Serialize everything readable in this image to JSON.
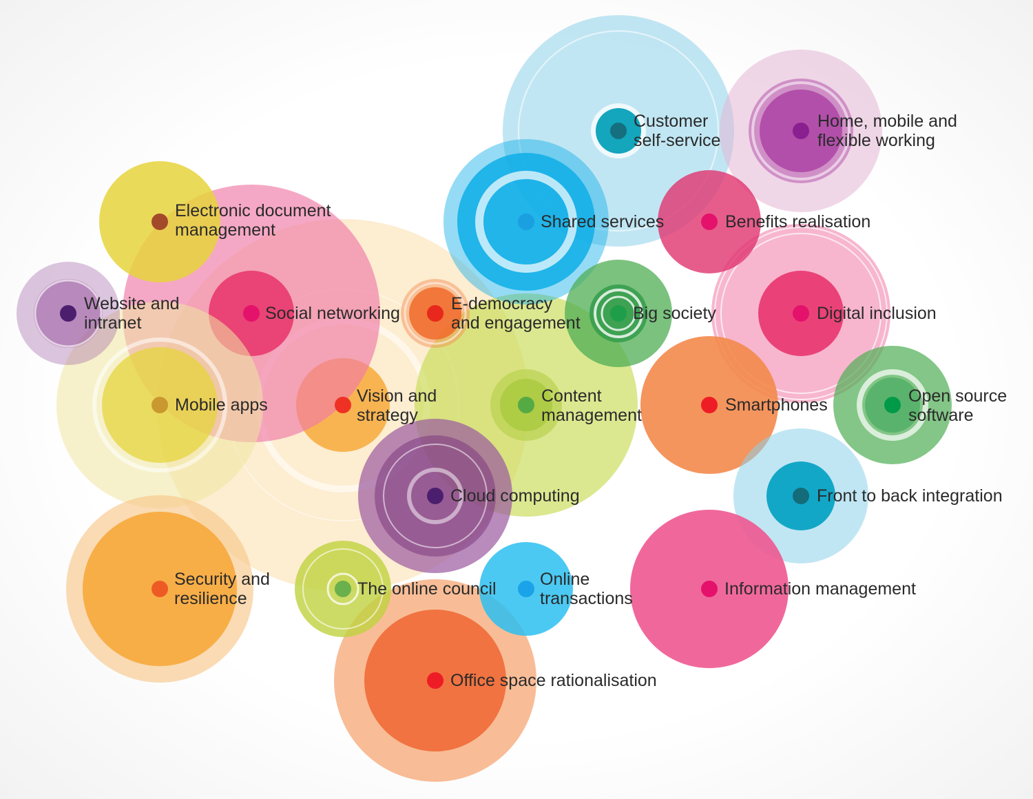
{
  "colors": {
    "yellow": "#e6d43c",
    "pink": "#f07aa6",
    "peach": "#fbd69a",
    "purple": "#9a5aa0",
    "lime": "#c7dc55",
    "orange": "#f38a4b",
    "amber": "#f7a93b",
    "sky": "#8ed1ea",
    "cyan": "#14b0e8",
    "teal": "#13a6bd",
    "magenta": "#e8367c",
    "green": "#4fae54",
    "violet": "#a83aa0",
    "red": "#ee3124"
  },
  "topics": [
    {
      "id": "customer-self-service",
      "lines": [
        "Customer",
        "self-service"
      ],
      "dot_color": "#156f7e"
    },
    {
      "id": "home-mobile-flexible-working",
      "lines": [
        "Home, mobile and",
        "flexible working"
      ],
      "dot_color": "#8a1f8f"
    },
    {
      "id": "electronic-document-management",
      "lines": [
        "Electronic document",
        "management"
      ],
      "dot_color": "#a34a2a"
    },
    {
      "id": "shared-services",
      "lines": [
        "Shared services"
      ],
      "dot_color": "#1a9fe0"
    },
    {
      "id": "benefits-realisation",
      "lines": [
        "Benefits realisation"
      ],
      "dot_color": "#e4126b"
    },
    {
      "id": "website-and-intranet",
      "lines": [
        "Website and",
        "intranet"
      ],
      "dot_color": "#4b1f6e"
    },
    {
      "id": "social-networking",
      "lines": [
        "Social networking"
      ],
      "dot_color": "#e4126b"
    },
    {
      "id": "e-democracy-engagement",
      "lines": [
        "E-democracy",
        "and engagement"
      ],
      "dot_color": "#e8281c"
    },
    {
      "id": "big-society",
      "lines": [
        "Big society"
      ],
      "dot_color": "#1f9e4a"
    },
    {
      "id": "digital-inclusion",
      "lines": [
        "Digital inclusion"
      ],
      "dot_color": "#e4126b"
    },
    {
      "id": "mobile-apps",
      "lines": [
        "Mobile apps"
      ],
      "dot_color": "#c9982e"
    },
    {
      "id": "vision-and-strategy",
      "lines": [
        "Vision and",
        "strategy"
      ],
      "dot_color": "#ee3124"
    },
    {
      "id": "content-management",
      "lines": [
        "Content",
        "management"
      ],
      "dot_color": "#55aa44"
    },
    {
      "id": "smartphones",
      "lines": [
        "Smartphones"
      ],
      "dot_color": "#ee1c25"
    },
    {
      "id": "open-source-software",
      "lines": [
        "Open source",
        "software"
      ],
      "dot_color": "#009a48"
    },
    {
      "id": "cloud-computing",
      "lines": [
        "Cloud computing"
      ],
      "dot_color": "#4b1f6e"
    },
    {
      "id": "front-to-back-integration",
      "lines": [
        "Front to back integration"
      ],
      "dot_color": "#146b7a"
    },
    {
      "id": "security-and-resilience",
      "lines": [
        "Security and",
        "resilience"
      ],
      "dot_color": "#ee5a24"
    },
    {
      "id": "the-online-council",
      "lines": [
        "The online council"
      ],
      "dot_color": "#6ab04c"
    },
    {
      "id": "online-transactions",
      "lines": [
        "Online",
        "transactions"
      ],
      "dot_color": "#1aa3e8"
    },
    {
      "id": "information-management",
      "lines": [
        "Information management"
      ],
      "dot_color": "#e4126b"
    },
    {
      "id": "office-space-rationalisation",
      "lines": [
        "Office space rationalisation"
      ],
      "dot_color": "#ee1c25"
    }
  ]
}
